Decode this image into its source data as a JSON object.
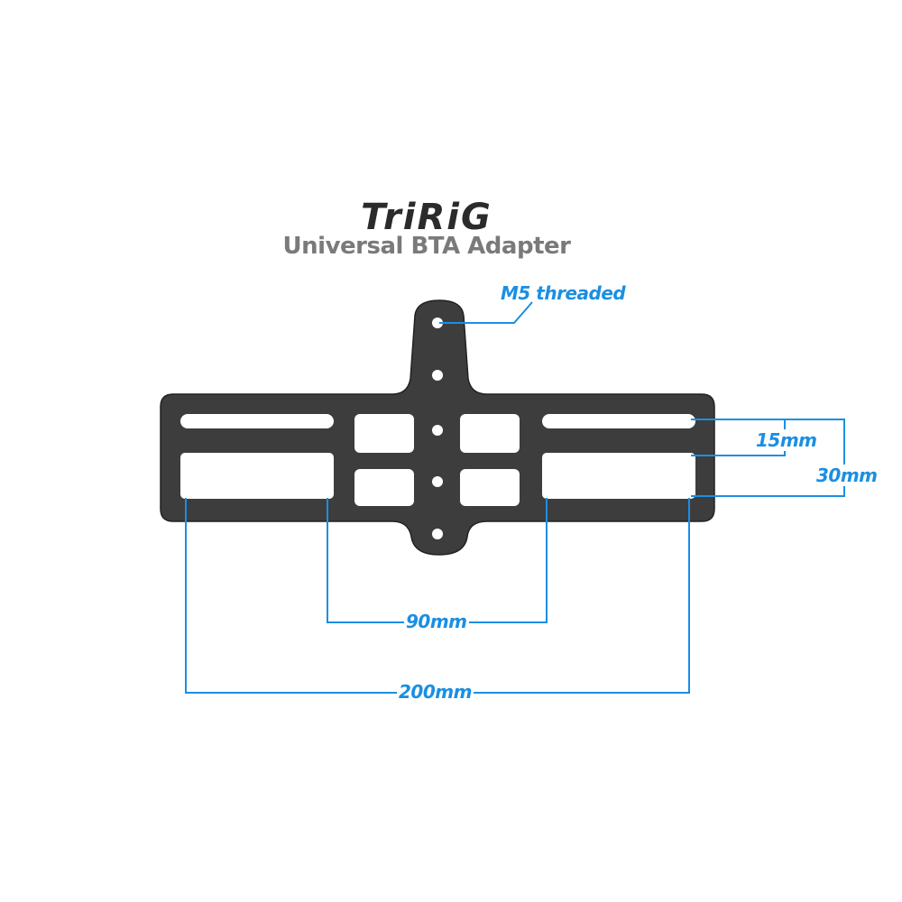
{
  "brand": "TriRiG",
  "product": "Universal BTA Adapter",
  "labels": {
    "thread": "M5 threaded",
    "slot_width": "15mm",
    "slot_spacing": "30mm",
    "inner_width": "90mm",
    "outer_width": "200mm"
  },
  "colors": {
    "plate": "#3d3d3d",
    "dimension": "#1a8fe3"
  }
}
